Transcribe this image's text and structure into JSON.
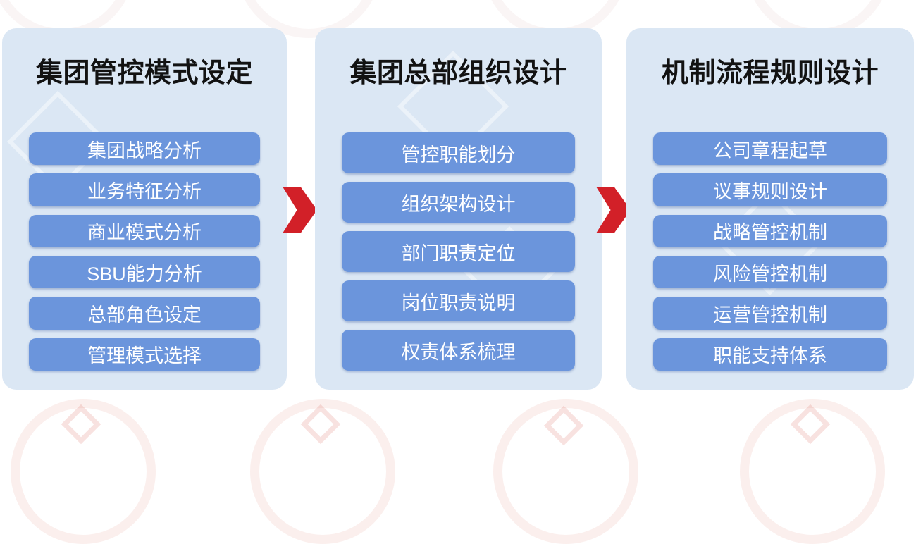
{
  "diagram": {
    "type": "process-flow",
    "colors": {
      "panel_bg": "#dbe7f4",
      "step_bg": "#6b95dc",
      "step_text": "#ffffff",
      "title_text": "#121212",
      "arrow_red": "#d22028",
      "page_bg": "#ffffff"
    },
    "columns": [
      {
        "title": "集团管控模式设定",
        "items": [
          "集团战略分析",
          "业务特征分析",
          "商业模式分析",
          "SBU能力分析",
          "总部角色设定",
          "管理模式选择"
        ]
      },
      {
        "title": "集团总部组织设计",
        "items": [
          "管控职能划分",
          "组织架构设计",
          "部门职责定位",
          "岗位职责说明",
          "权责体系梳理"
        ]
      },
      {
        "title": "机制流程规则设计",
        "items": [
          "公司章程起草",
          "议事规则设计",
          "战略管控机制",
          "风险管控机制",
          "运营管控机制",
          "职能支持体系"
        ]
      }
    ],
    "arrows": [
      {
        "name": "arrow-1",
        "direction": "right"
      },
      {
        "name": "arrow-2",
        "direction": "right"
      }
    ]
  }
}
